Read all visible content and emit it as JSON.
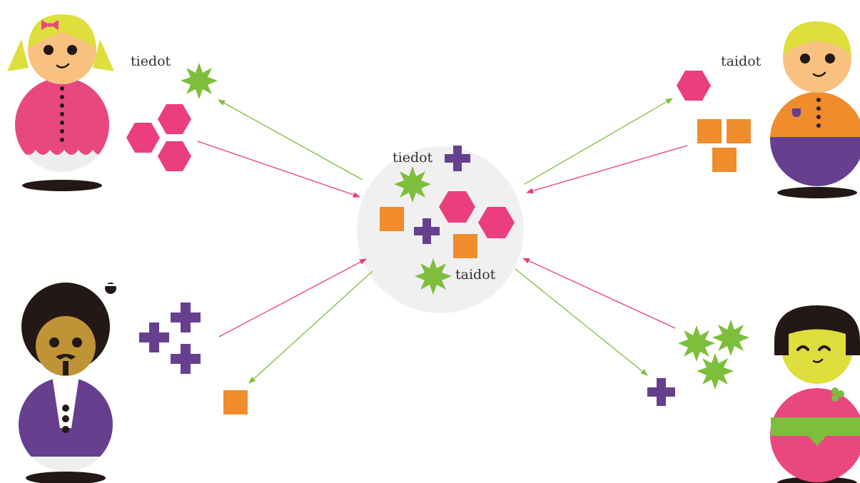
{
  "labels": {
    "top_left": "tiedot",
    "top_right": "taidot",
    "center_knowledge": "tiedot",
    "center_skills": "taidot"
  },
  "colors": {
    "pink": "#ea3e7e",
    "green": "#7dbe3c",
    "purple": "#663f8f",
    "orange": "#ef8c2c",
    "circle_bg": "#f0f0f0",
    "ink": "#222222"
  },
  "characters": [
    {
      "name": "blonde-girl-with-bow",
      "position": "top-left"
    },
    {
      "name": "blonde-boy",
      "position": "top-right"
    },
    {
      "name": "bearded-man-with-afro",
      "position": "bottom-left"
    },
    {
      "name": "black-haired-girl",
      "position": "bottom-right"
    }
  ]
}
